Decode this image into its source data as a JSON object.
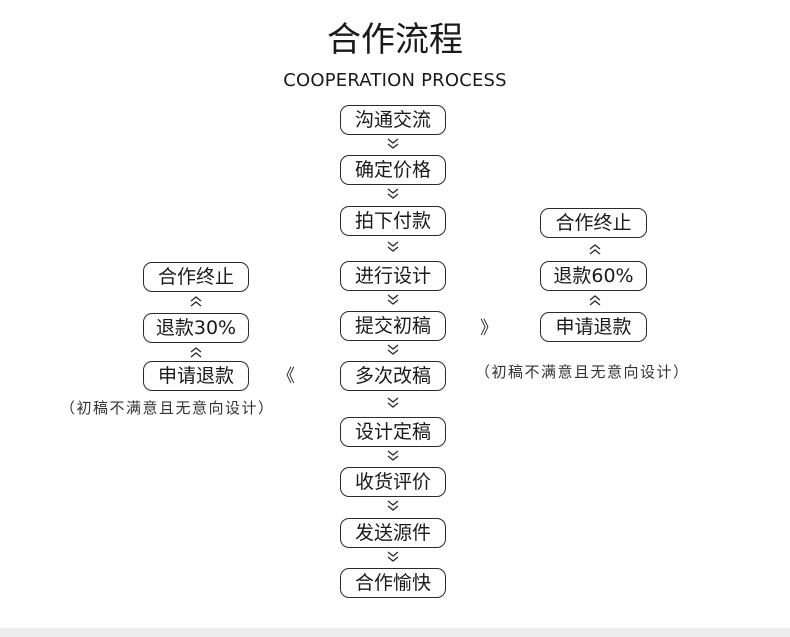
{
  "header": {
    "title": "合作流程",
    "subtitle": "COOPERATION PROCESS"
  },
  "main_flow": [
    "沟通交流",
    "确定价格",
    "拍下付款",
    "进行设计",
    "提交初稿",
    "多次改稿",
    "设计定稿",
    "收货评价",
    "发送源件",
    "合作愉快"
  ],
  "left_branch": {
    "steps": [
      "合作终止",
      "退款30%",
      "申请退款"
    ],
    "note": "（初稿不满意且无意向设计）",
    "pointer": "《"
  },
  "right_branch": {
    "steps": [
      "合作终止",
      "退款60%",
      "申请退款"
    ],
    "note": "（初稿不满意且无意向设计）",
    "pointer": "》"
  },
  "colors": {
    "line": "#2a2a2a",
    "text": "#1a1a1a",
    "background": "#ffffff",
    "footer": "#ededed"
  }
}
